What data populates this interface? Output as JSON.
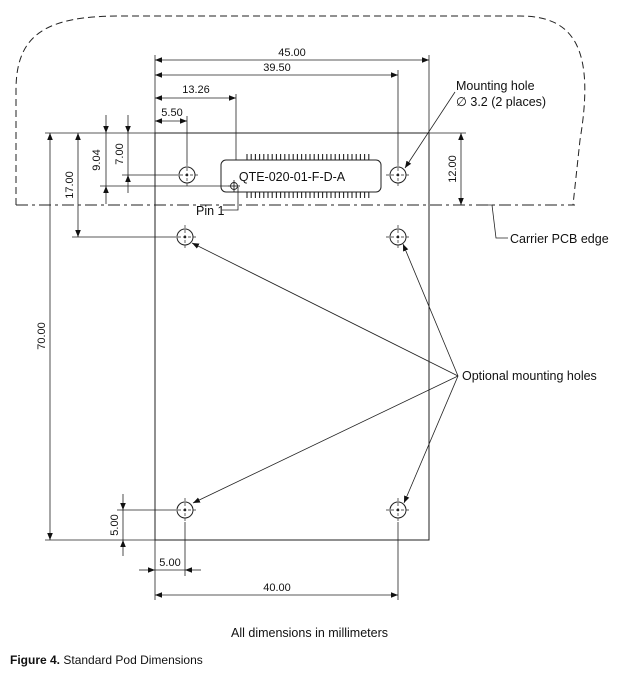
{
  "figure": {
    "caption_label": "Figure 4.",
    "caption_text": " Standard Pod Dimensions",
    "units_note": "All dimensions in millimeters"
  },
  "connector": {
    "part_number": "QTE-020-01-F-D-A"
  },
  "callouts": {
    "mounting_hole": "Mounting hole",
    "mounting_hole_spec": "∅ 3.2 (2 places)",
    "pin1": "Pin 1",
    "carrier_edge": "Carrier PCB edge",
    "optional_holes": "Optional mounting holes"
  },
  "dimensions": {
    "overall_width": "45.00",
    "hole_spacing_top": "39.50",
    "connector_offset": "13.26",
    "hole_offset_x": "5.50",
    "hole_offset_y": "7.00",
    "pin1_offset_y": "9.04",
    "optional_row_offset": "17.00",
    "mount_to_edge": "12.00",
    "overall_height": "70.00",
    "bottom_hole_y": "5.00",
    "bottom_hole_x": "5.00",
    "bottom_hole_spacing": "40.00"
  }
}
